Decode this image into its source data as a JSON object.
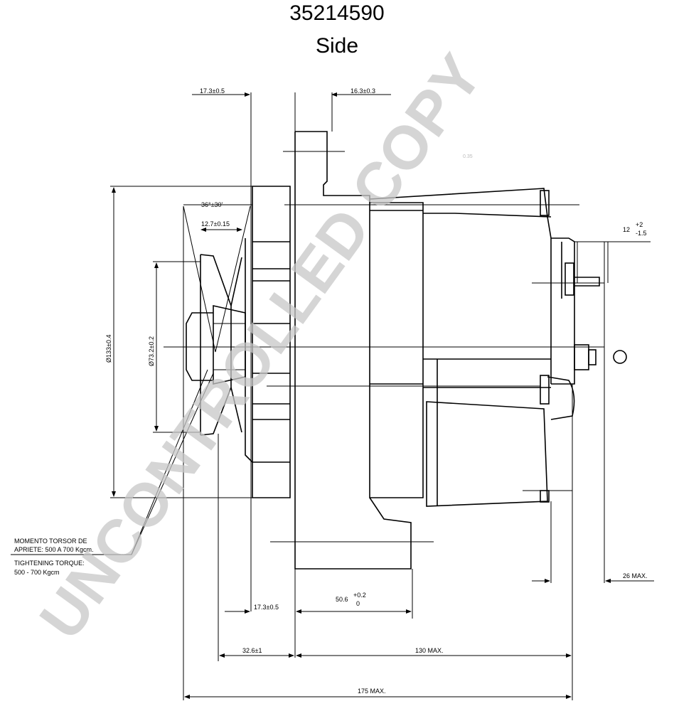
{
  "header": {
    "part_number": "35214590",
    "view": "Side"
  },
  "dimensions": {
    "top_left": "17.3±0.5",
    "top_right": "16.3±0.3",
    "small_035": "0.35",
    "angle": "36°±30'",
    "groove": "12.7±0.15",
    "dia_133": "Ø133±0.4",
    "dia_73": "Ø73.2±0.2",
    "terminal_base": "12",
    "terminal_plus": "+2",
    "terminal_minus": "-1.5",
    "max_26": "26 MAX.",
    "bottom_173": "17.3±0.5",
    "bottom_506_base": "50.6",
    "bottom_506_plus": "+0.2",
    "bottom_506_zero": "0",
    "dim_326": "32.6±1",
    "dim_130": "130 MAX.",
    "dim_175": "175 MAX."
  },
  "torque_note": {
    "line1": "MOMENTO TORSOR DE",
    "line2": "APRIETE: 500 A 700 Kgcm.",
    "line3": "TIGHTENING TORQUE:",
    "line4": "500 - 700 Kgcm"
  },
  "watermark": "UNCONTROLLED COPY"
}
